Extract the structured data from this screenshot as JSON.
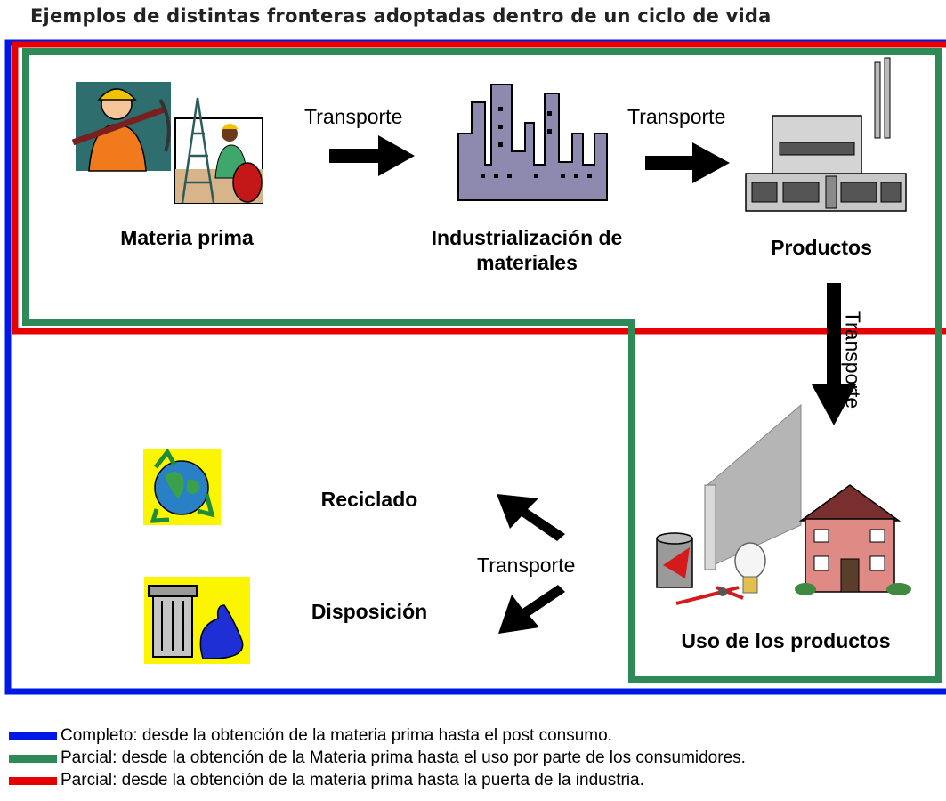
{
  "title": "Ejemplos de distintas fronteras adoptadas dentro de un ciclo de vida",
  "colors": {
    "complete": "#0018e6",
    "partial_use": "#2e8b57",
    "partial_gate": "#e60000",
    "arrow": "#000000"
  },
  "nodes": {
    "raw_material": "Materia prima",
    "industrialization": "Industrialización de materiales",
    "products": "Productos",
    "product_use": "Uso de los productos",
    "recycling": "Reciclado",
    "disposal": "Disposición"
  },
  "arrows": {
    "transport_1": "Transporte",
    "transport_2": "Transporte",
    "transport_3": "Transporte",
    "transport_4": "Transporte"
  },
  "legend": [
    {
      "color": "#0018e6",
      "text": "Completo: desde la obtención de la materia prima hasta el post consumo."
    },
    {
      "color": "#2e8b57",
      "text": "Parcial: desde la obtención de la Materia prima hasta el uso por parte de los consumidores."
    },
    {
      "color": "#e60000",
      "text": "Parcial: desde la obtención de la materia prima hasta la puerta de la industria."
    }
  ],
  "icons": {
    "raw_material": [
      "miner-icon",
      "oil-worker-icon"
    ],
    "industrialization": "factory-skyline-icon",
    "products": "factory-building-icon",
    "product_use": [
      "panel-icon",
      "paint-can-icon",
      "pliers-icon",
      "light-bulb-icon",
      "house-icon"
    ],
    "recycling": "recycle-globe-icon",
    "disposal": "trash-can-icon"
  }
}
